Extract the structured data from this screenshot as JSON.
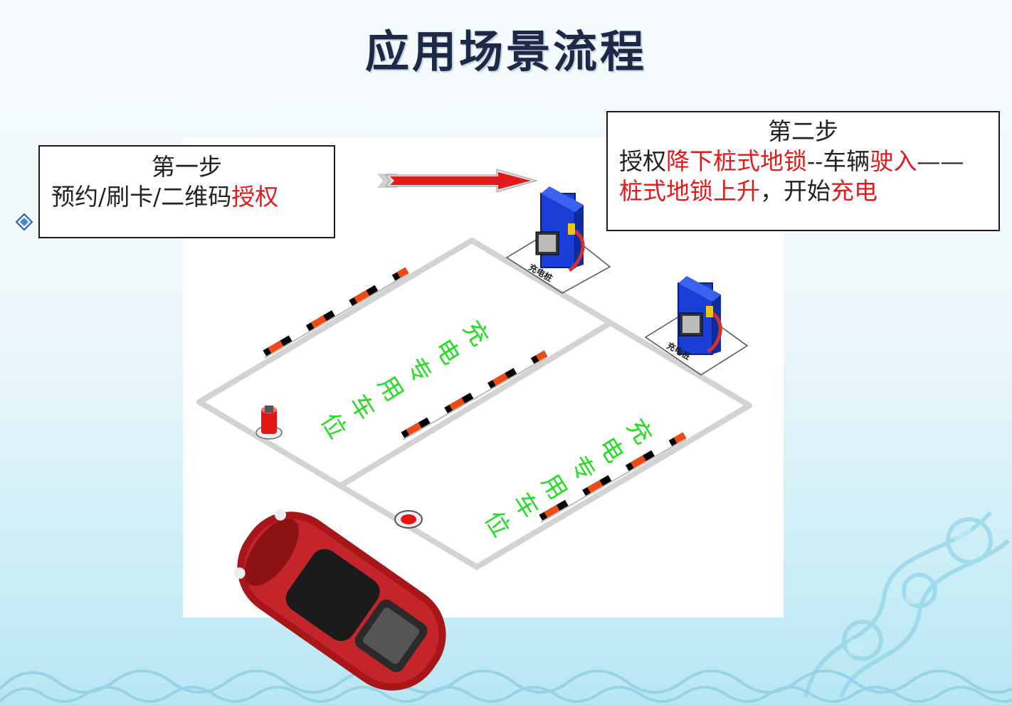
{
  "title": "应用场景流程",
  "step1": {
    "heading": "第一步",
    "line_plain": "预约/刷卡/二维码",
    "line_red": "授权"
  },
  "step2": {
    "heading": "第二步",
    "segments": [
      {
        "text": "授权",
        "red": false
      },
      {
        "text": "降下桩式地锁",
        "red": true
      },
      {
        "text": "--车辆",
        "red": false
      },
      {
        "text": "驶入",
        "red": true
      },
      {
        "text": "——",
        "red": false
      },
      {
        "text": "桩式地锁上升",
        "red": true
      },
      {
        "text": "，开始",
        "red": false
      },
      {
        "text": "充电",
        "red": true
      }
    ]
  },
  "parking": {
    "spot_label_chars": [
      "充",
      "电",
      "专",
      "用",
      "车",
      "位"
    ],
    "charger_label": "充电桩"
  },
  "colors": {
    "title": "#1c2a47",
    "accent_red": "#e11b1b",
    "spot_text_green": "#22dd22",
    "charger_blue": "#1b3fd6",
    "barrier_orange": "#f04a14",
    "car_red": "#a8161a"
  },
  "icons": {
    "bullet": "diamond-bullet-icon",
    "arrow": "right-arrow-icon"
  }
}
